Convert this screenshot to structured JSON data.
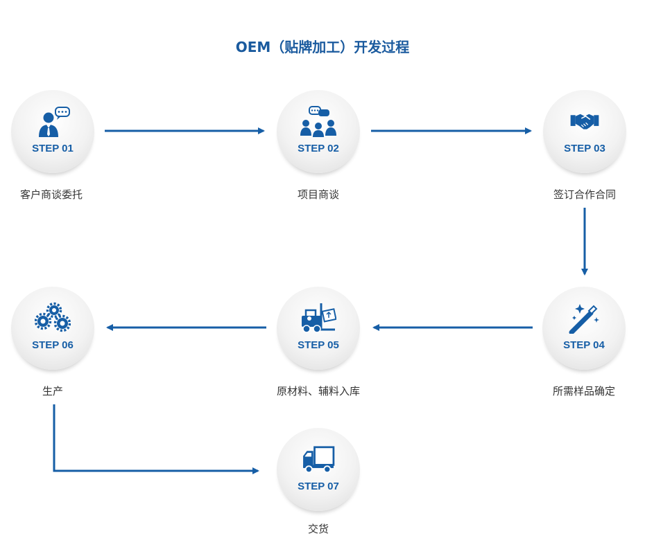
{
  "title": "OEM（贴牌加工）开发过程",
  "colors": {
    "accent": "#165ea6",
    "title": "#1a5a9e",
    "text": "#333333"
  },
  "steps": [
    {
      "label": "STEP 01",
      "caption": "客户商谈委托",
      "icon": "customer-chat-icon"
    },
    {
      "label": "STEP 02",
      "caption": "项目商谈",
      "icon": "group-discussion-icon"
    },
    {
      "label": "STEP 03",
      "caption": "签订合作合同",
      "icon": "handshake-icon"
    },
    {
      "label": "STEP 04",
      "caption": "所需样品确定",
      "icon": "magic-wand-icon"
    },
    {
      "label": "STEP 05",
      "caption": "原材料、辅料入库",
      "icon": "forklift-icon"
    },
    {
      "label": "STEP 06",
      "caption": "生产",
      "icon": "gears-icon"
    },
    {
      "label": "STEP 07",
      "caption": "交货",
      "icon": "truck-icon"
    }
  ]
}
